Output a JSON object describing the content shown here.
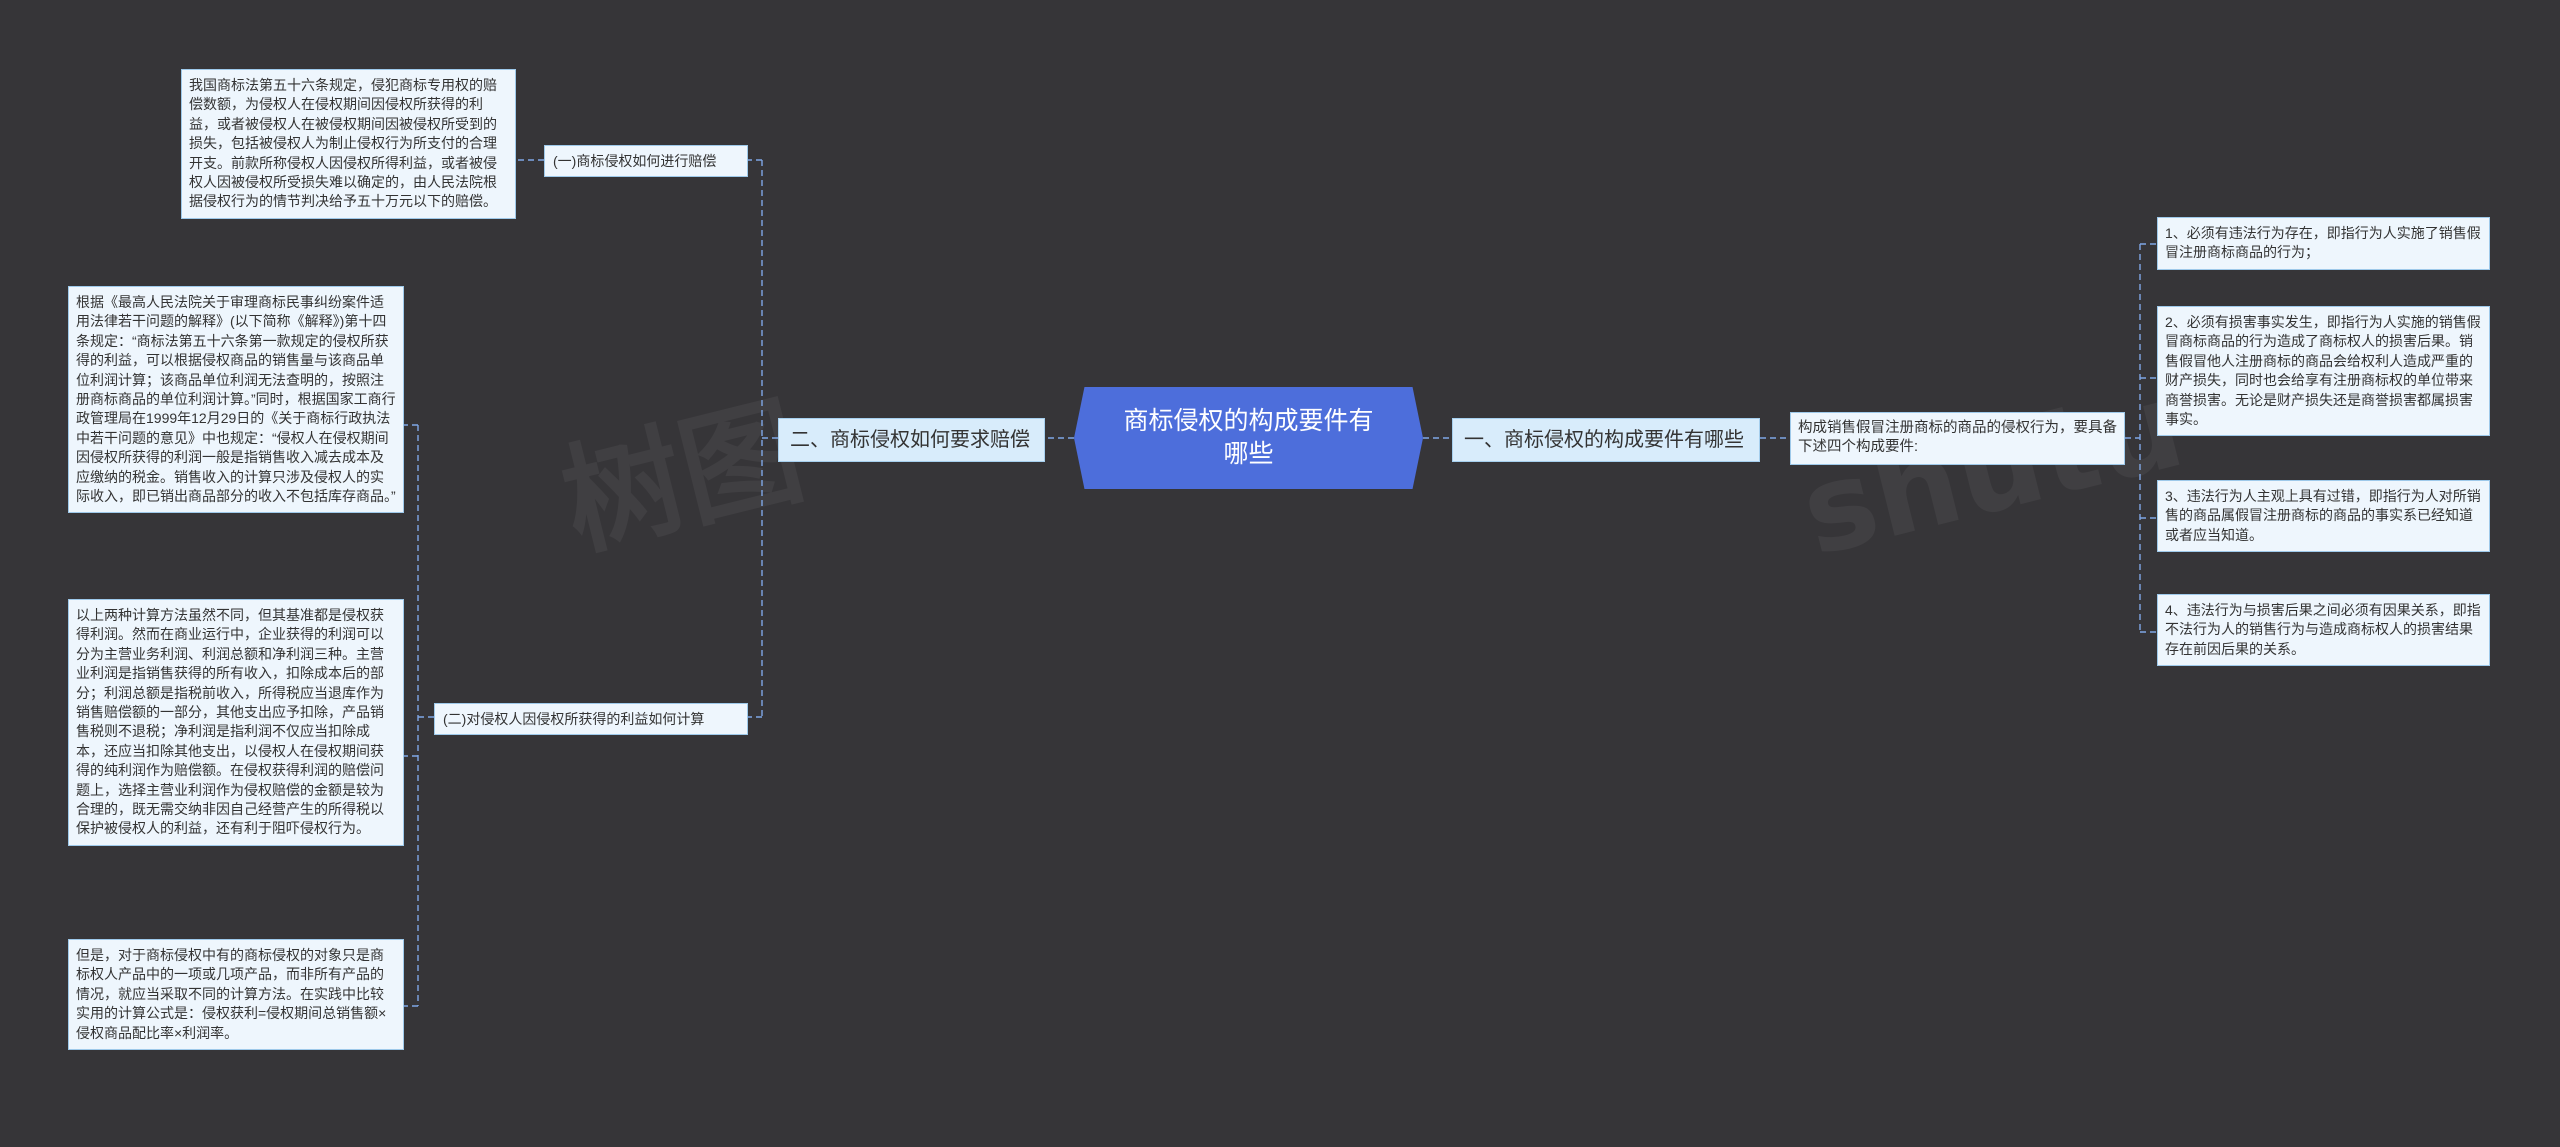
{
  "root": {
    "title": "商标侵权的构成要件有哪些"
  },
  "right_branch": {
    "label": "一、商标侵权的构成要件有哪些",
    "intro": "构成销售假冒注册商标的商品的侵权行为，要具备下述四个构成要件:",
    "items": [
      "1、必须有违法行为存在，即指行为人实施了销售假冒注册商标商品的行为；",
      "2、必须有损害事实发生，即指行为人实施的销售假冒商标商品的行为造成了商标权人的损害后果。销售假冒他人注册商标的商品会给权利人造成严重的财产损失，同时也会给享有注册商标权的单位带来商誉损害。无论是财产损失还是商誉损害都属损害事实。",
      "3、违法行为人主观上具有过错，即指行为人对所销售的商品属假冒注册商标的商品的事实系已经知道或者应当知道。",
      "4、违法行为与损害后果之间必须有因果关系，即指不法行为人的销售行为与造成商标权人的损害结果存在前因后果的关系。"
    ]
  },
  "left_branch": {
    "label": "二、商标侵权如何要求赔偿",
    "sub1": {
      "label": "(一)商标侵权如何进行赔偿",
      "text": "我国商标法第五十六条规定，侵犯商标专用权的赔偿数额，为侵权人在侵权期间因侵权所获得的利益，或者被侵权人在被侵权期间因被侵权所受到的损失，包括被侵权人为制止侵权行为所支付的合理开支。前款所称侵权人因侵权所得利益，或者被侵权人因被侵权所受损失难以确定的，由人民法院根据侵权行为的情节判决给予五十万元以下的赔偿。"
    },
    "sub2": {
      "label": "(二)对侵权人因侵权所获得的利益如何计算",
      "texts": [
        "根据《最高人民法院关于审理商标民事纠纷案件适用法律若干问题的解释》(以下简称《解释》)第十四条规定：“商标法第五十六条第一款规定的侵权所获得的利益，可以根据侵权商品的销售量与该商品单位利润计算；该商品单位利润无法查明的，按照注册商标商品的单位利润计算。”同时，根据国家工商行政管理局在1999年12月29日的《关于商标行政执法中若干问题的意见》中也规定：“侵权人在侵权期间因侵权所获得的利润一般是指销售收入减去成本及应缴纳的税金。销售收入的计算只涉及侵权人的实际收入，即已销出商品部分的收入不包括库存商品。”",
        "以上两种计算方法虽然不同，但其基准都是侵权获得利润。然而在商业运行中，企业获得的利润可以分为主营业务利润、利润总额和净利润三种。主营业利润是指销售获得的所有收入，扣除成本后的部分；利润总额是指税前收入，所得税应当退库作为销售赔偿额的一部分，其他支出应予扣除，产品销售税则不退税；净利润是指利润不仅应当扣除成本，还应当扣除其他支出，以侵权人在侵权期间获得的纯利润作为赔偿额。在侵权获得利润的赔偿问题上，选择主营业利润作为侵权赔偿的金额是较为合理的，既无需交纳非因自己经营产生的所得税以保护被侵权人的利益，还有利于阻吓侵权行为。",
        "但是，对于商标侵权中有的商标侵权的对象只是商标权人产品中的一项或几项产品，而非所有产品的情况，就应当采取不同的计算方法。在实践中比较实用的计算公式是：侵权获利=侵权期间总销售额×侵权商品配比率×利润率。"
      ]
    }
  },
  "colors": {
    "background": "#363538",
    "root_fill": "#4d6edb",
    "branch_fill": "#d8ecfb",
    "leaf_fill": "#eef6fd",
    "connector": "#7fa7e6"
  }
}
